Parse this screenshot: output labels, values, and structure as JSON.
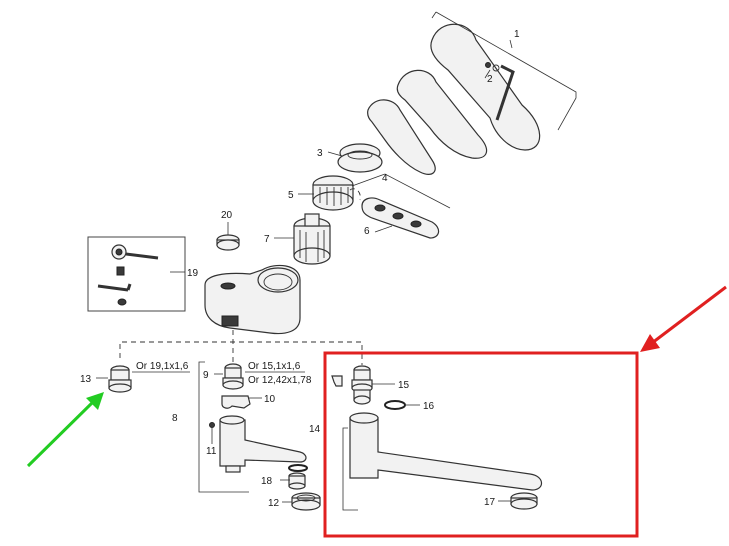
{
  "diagram": {
    "part_numbers": [
      "1",
      "2",
      "3",
      "4",
      "5",
      "6",
      "7",
      "8",
      "9",
      "10",
      "11",
      "12",
      "13",
      "14",
      "15",
      "16",
      "17",
      "18",
      "19",
      "20"
    ],
    "specs": {
      "part13": "Or 19,1x1,6",
      "part9_a": "Or 15,1x1,6",
      "part9_b": "Or 12,42x1,78"
    },
    "highlight": {
      "box_color": "#e02020",
      "red_arrow_color": "#e02020",
      "green_arrow_color": "#22cc22"
    }
  }
}
